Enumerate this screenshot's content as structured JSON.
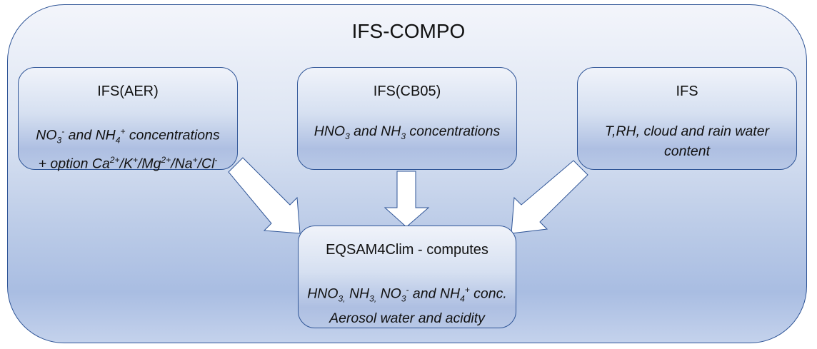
{
  "diagram": {
    "title": "IFS-COMPO",
    "boxes": {
      "aer": {
        "heading": "IFS(AER)",
        "line1_html": "NO<sub>3</sub><sup>-</sup> and NH<sub>4</sub><sup>+</sup> concentrations",
        "line2_html": "+ option Ca<sup>2+</sup>/K<sup>+</sup>/Mg<sup>2+</sup>/Na<sup>+</sup>/Cl<sup>-</sup>"
      },
      "cb05": {
        "heading": "IFS(CB05)",
        "line1_html": "HNO<sub>3</sub> and NH<sub>3</sub> concentrations"
      },
      "ifs": {
        "heading": "IFS",
        "line1": "T,RH, cloud and rain water",
        "line2": "content"
      },
      "eqsam": {
        "heading": "EQSAM4Clim - computes",
        "line1_html": "HNO<sub>3,</sub> NH<sub>3,</sub> NO<sub>3</sub><sup>-</sup> and NH<sub>4</sub><sup>+</sup> conc.",
        "line2": "Aerosol water and acidity"
      }
    },
    "arrows": [
      {
        "from": "IFS(AER)",
        "to": "EQSAM4Clim - computes"
      },
      {
        "from": "IFS(CB05)",
        "to": "EQSAM4Clim - computes"
      },
      {
        "from": "IFS",
        "to": "EQSAM4Clim - computes"
      }
    ],
    "colors": {
      "border": "#2f5597",
      "fill_light": "#f0f3fa",
      "fill_dark": "#a9bde2",
      "arrow": "#ffffff"
    }
  }
}
